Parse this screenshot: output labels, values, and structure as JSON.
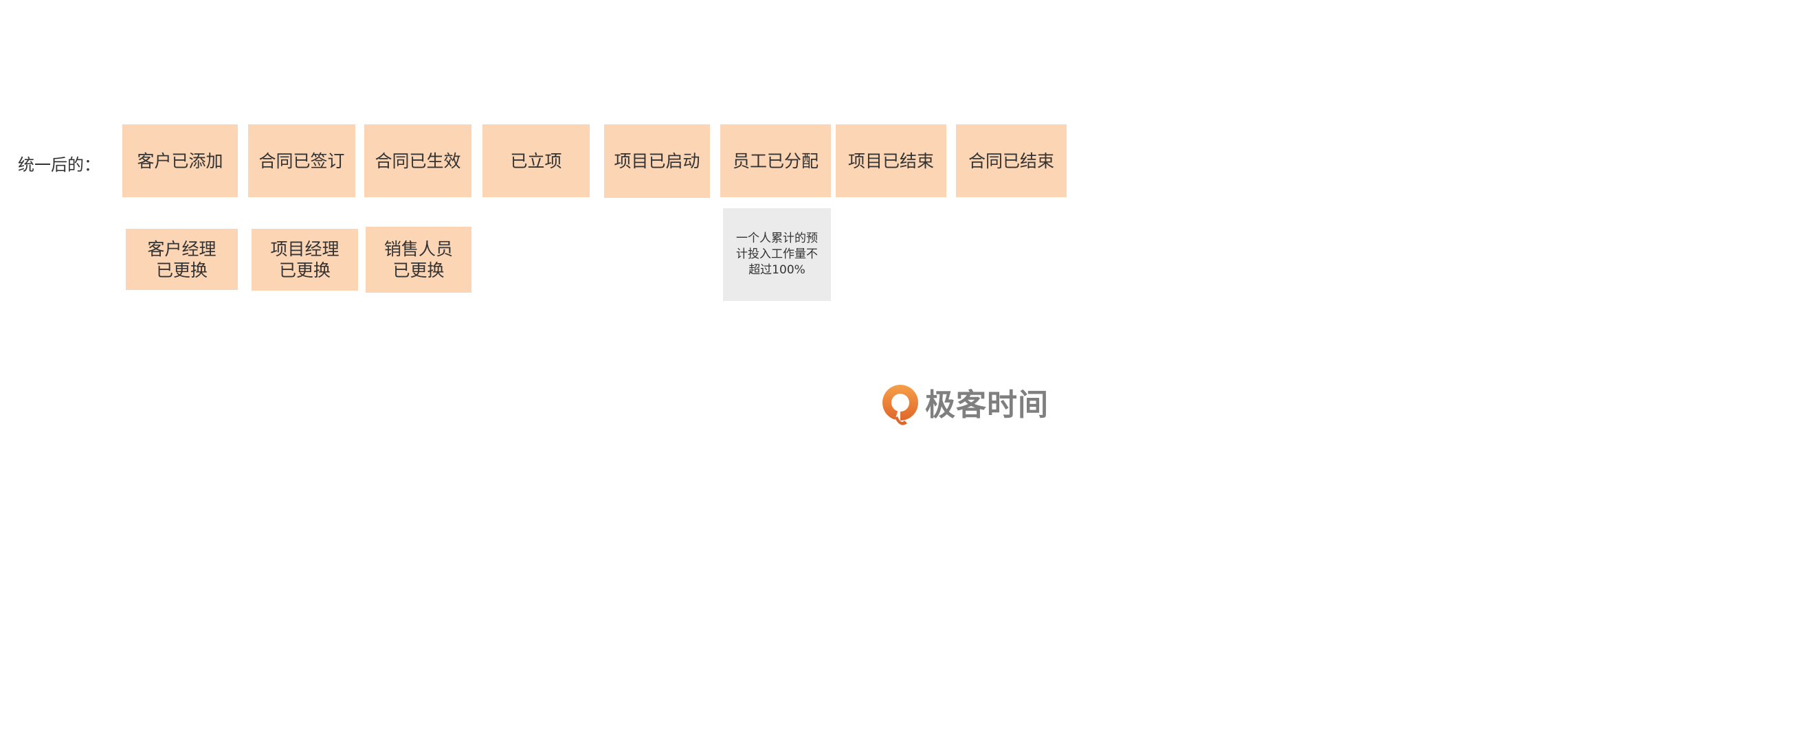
{
  "row_label": "统一后的：",
  "events": [
    {
      "line1": "客户已添加"
    },
    {
      "line1": "合同已签订"
    },
    {
      "line1": "合同已生效"
    },
    {
      "line1": "已立项"
    },
    {
      "line1": "项目已启动"
    },
    {
      "line1": "员工已分配"
    },
    {
      "line1": "项目已结束"
    },
    {
      "line1": "合同已结束"
    }
  ],
  "secondary_events": [
    {
      "line1": "客户经理",
      "line2": "已更换"
    },
    {
      "line1": "项目经理",
      "line2": "已更换"
    },
    {
      "line1": "销售人员",
      "line2": "已更换"
    }
  ],
  "constraint_note": {
    "line1": "一个人累计的预",
    "line2": "计投入工作量不",
    "line3": "超过100%"
  },
  "logo": {
    "text": "极客时间"
  },
  "colors": {
    "event_fill": "#fcd5b4",
    "note_fill": "#ebebeb",
    "text": "#333333",
    "logo_orange": "#f08a28",
    "logo_text": "#7f7f7f"
  }
}
